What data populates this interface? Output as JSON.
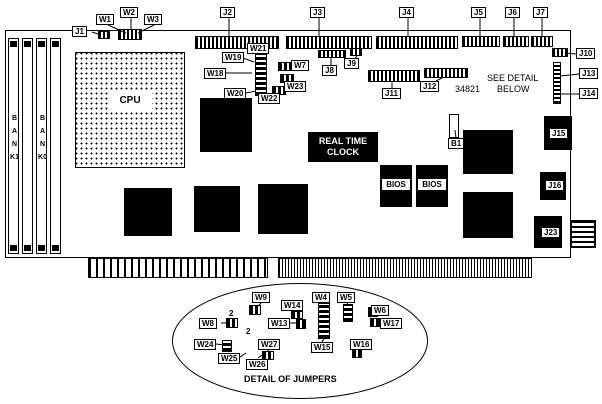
{
  "labels": {
    "w1": "W1",
    "w2": "W2",
    "w3": "W3",
    "w4": "W4",
    "w5": "W5",
    "w6": "W6",
    "w7": "W7",
    "w8": "W8",
    "w9": "W9",
    "w13": "W13",
    "w14": "W14",
    "w15": "W15",
    "w16": "W16",
    "w17": "W17",
    "w18": "W18",
    "w19": "W19",
    "w20": "W20",
    "w21": "W21",
    "w22": "W22",
    "w23": "W23",
    "w24": "W24",
    "w25": "W25",
    "w26": "W26",
    "w27": "W27",
    "j1": "J1",
    "j2": "J2",
    "j3": "J3",
    "j4": "J4",
    "j5": "J5",
    "j6": "J6",
    "j7": "J7",
    "j8": "J8",
    "j9": "J9",
    "j10": "J10",
    "j11": "J11",
    "j12": "J12",
    "j13": "J13",
    "j14": "J14",
    "j15": "J15",
    "j16": "J16",
    "j23": "J23",
    "b1": "B1"
  },
  "texts": {
    "cpu": "CPU",
    "bank1": "BANK1",
    "bank0": "BANK0",
    "rtc_line1": "REAL TIME",
    "rtc_line2": "CLOCK",
    "bios": "BIOS",
    "part_number": "34821",
    "see_detail_line1": "SEE DETAIL",
    "see_detail_line2": "BELOW",
    "detail_title": "DETAIL OF JUMPERS",
    "pin_count": "2"
  }
}
